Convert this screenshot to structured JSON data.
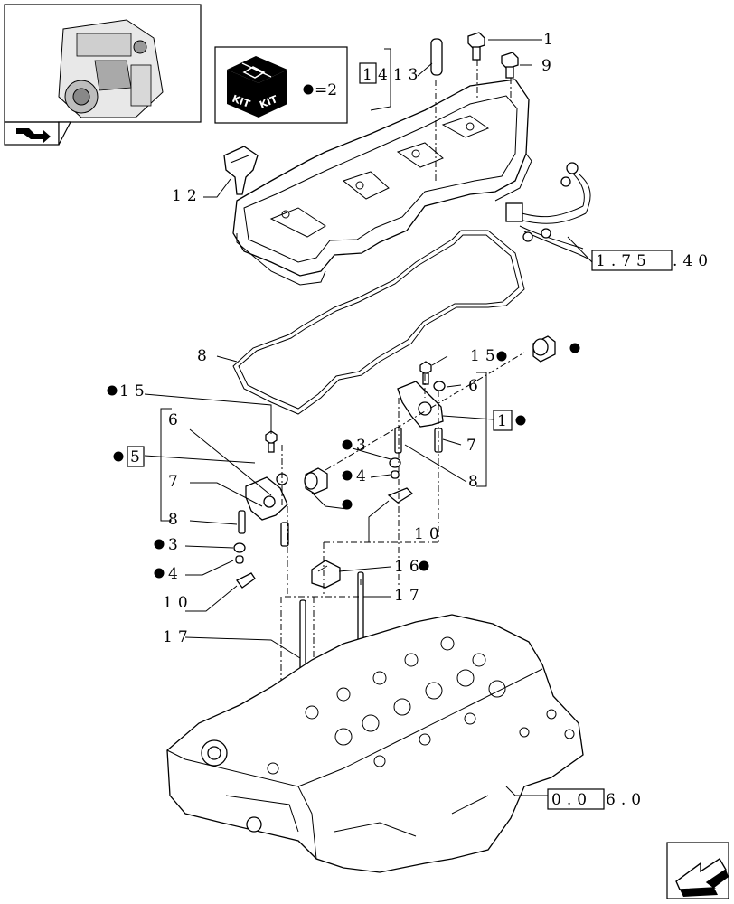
{
  "kit": {
    "word": "KIT",
    "qty_label": "=2"
  },
  "refs": {
    "ref_1": "1",
    "ref_9": "9",
    "ref_1413_box": "1",
    "ref_1413_rest": "413",
    "ref_12": "12",
    "ref_175_box": "1.75",
    "ref_175_rest": ".40",
    "ref_8_gasket": "8",
    "ref_15_right": "15",
    "ref_6_right": "6",
    "ref_1_box_right": "1",
    "ref_7_right": "7",
    "ref_8_right": "8",
    "ref_15_left": "15",
    "ref_6_left": "6",
    "ref_5_box": "5",
    "ref_3_mid": "3",
    "ref_4_mid": "4",
    "ref_7_left": "7",
    "ref_8_left": "8",
    "ref_3_left": "3",
    "ref_4_left": "4",
    "ref_10_left": "10",
    "ref_10_right": "10",
    "ref_16": "16",
    "ref_17_right": "17",
    "ref_17_left": "17",
    "ref_006_box": "0.0",
    "ref_006_rest": "6.0"
  },
  "icons": [
    "engine-thumbnail",
    "nav-arrow-icon",
    "kit-box-icon",
    "next-page-arrow-icon"
  ]
}
